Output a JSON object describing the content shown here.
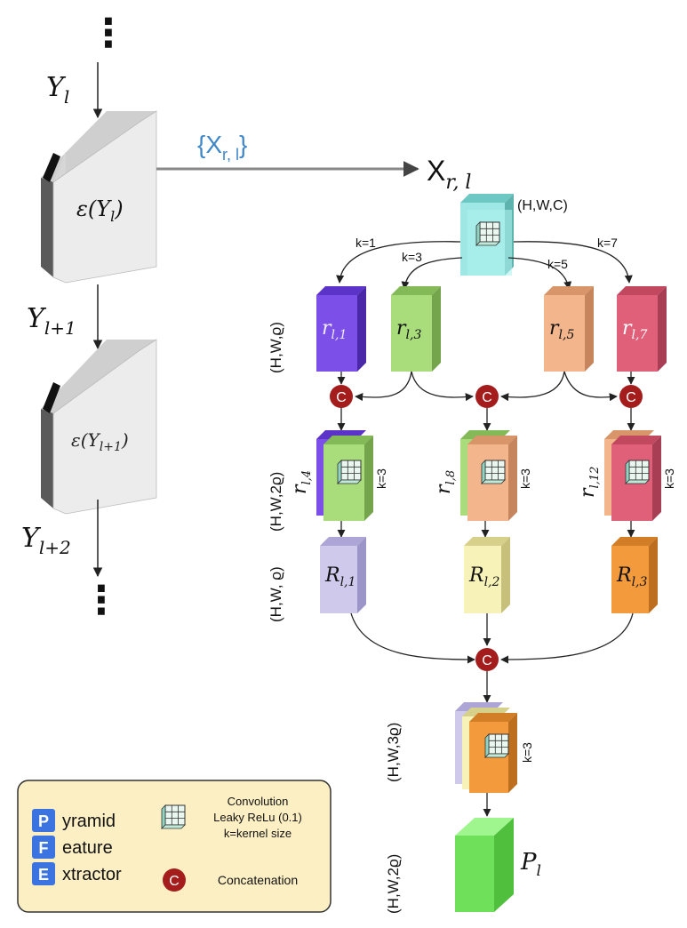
{
  "left_chain": {
    "top_ellipsis": "⋮",
    "bottom_ellipsis": "⋮",
    "y_l": "Y",
    "y_l_sub": "l",
    "y_l1": "Y",
    "y_l1_sub": "l+1",
    "y_l2": "Y",
    "y_l2_sub": "l+2",
    "block1_label": "ε(Y",
    "block1_sub": "l",
    "block1_close": ")",
    "block2_label": "ε(Y",
    "block2_sub": "l+1",
    "block2_close": ")"
  },
  "top_flow": {
    "set_label": "{X",
    "set_sub": "r, l",
    "set_close": "}",
    "x_label": "X",
    "x_sub": "r, l",
    "input_dims": "(H,W,C)"
  },
  "kernels": {
    "k1": "k=1",
    "k3": "k=3",
    "k5": "k=5",
    "k7": "k=7"
  },
  "row_dims": {
    "row1": "(H,W,ϱ)",
    "row2": "(H,W,2ϱ)",
    "row3": "(H,W, ϱ)",
    "row4": "(H,W,3ϱ)",
    "row5": "(H,W,2ϱ)"
  },
  "blocks": {
    "r_l1": {
      "base": "r",
      "sub": "l,1"
    },
    "r_l3": {
      "base": "r",
      "sub": "l,3"
    },
    "r_l5": {
      "base": "r",
      "sub": "l,5"
    },
    "r_l7": {
      "base": "r",
      "sub": "l,7"
    },
    "r_l4": {
      "base": "r",
      "sub": "l,4",
      "k": "k=3"
    },
    "r_l8": {
      "base": "r",
      "sub": "l,8",
      "k": "k=3"
    },
    "r_l12": {
      "base": "r",
      "sub": "l,12",
      "k": "k=3"
    },
    "R_l1": {
      "base": "R",
      "sub": "l,1"
    },
    "R_l2": {
      "base": "R",
      "sub": "l,2"
    },
    "R_l3": {
      "base": "R",
      "sub": "l,3"
    },
    "final_k": "k=3",
    "P_l": {
      "base": "P",
      "sub": "l"
    }
  },
  "concat_symbol": "C",
  "legend": {
    "letters": [
      "P",
      "F",
      "E"
    ],
    "words": [
      "yramid",
      "eature",
      "xtractor"
    ],
    "conv_line1": "Convolution",
    "conv_line2": "Leaky ReLu (0.1)",
    "conv_line3": "k=kernel size",
    "concat_label": "Concatenation",
    "concat_symbol": "C"
  },
  "colors": {
    "purple": "#7b4fe8",
    "green_light": "#a9dc7a",
    "peach": "#f2b58c",
    "pink": "#e0607a",
    "teal": "#8fe0dc",
    "lavender": "#cfc9ec",
    "yellow_light": "#f7f2b8",
    "orange": "#f39a3c",
    "green_final": "#6ee05a",
    "concat_red": "#a41c1c",
    "blue_set": "#3f87c9",
    "legend_bg": "#fcefc4",
    "legend_blue": "#3b74e0"
  }
}
